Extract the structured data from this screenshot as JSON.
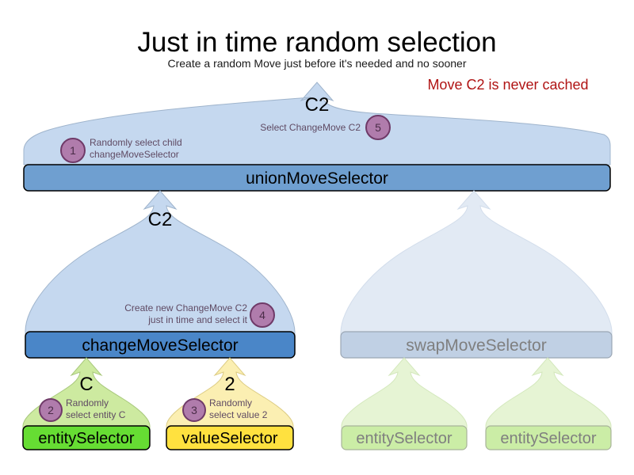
{
  "header": {
    "title": "Just in time random selection",
    "subtitle": "Create a random Move just before it's needed and no sooner",
    "note": "Move C2 is never cached"
  },
  "colors": {
    "balloon_blue_fill": "#c5d8ef",
    "balloon_blue_stroke": "#9fb4cc",
    "balloon_blue_faded_fill": "#e2eaf4",
    "balloon_green_fill": "#cdeaa0",
    "balloon_green_stroke": "#a9c97d",
    "balloon_green_faded_fill": "#e6f4d4",
    "balloon_yellow_fill": "#fbefb2",
    "balloon_yellow_stroke": "#ddcd85",
    "bar_blue_fill": "#6f9fd0",
    "bar_blue_faded_fill": "#c0d0e4",
    "bar_green_fill": "#66dd33",
    "bar_green_faded_fill": "#cbeda6",
    "bar_yellow_fill": "#ffe13f",
    "badge_fill": "#b07cac",
    "badge_stroke": "#6f3a68",
    "note_red": "#b01414",
    "faded_text": "#7f7f7f"
  },
  "nodes": {
    "union_move_selector": "unionMoveSelector",
    "change_move_selector": "changeMoveSelector",
    "swap_move_selector": "swapMoveSelector",
    "entity_selector_left": "entitySelector",
    "value_selector": "valueSelector",
    "entity_selector_swap_1": "entitySelector",
    "entity_selector_swap_2": "entitySelector"
  },
  "balloon_labels": {
    "union_out": "C2",
    "change_out": "C2",
    "entity_out": "C",
    "value_out": "2"
  },
  "steps": [
    {
      "number": "1",
      "line1": "Randomly select child",
      "line2": "changeMoveSelector"
    },
    {
      "number": "5",
      "line1": "Select ChangeMove C2",
      "line2": ""
    },
    {
      "number": "4",
      "line1": "Create new ChangeMove C2",
      "line2": "just in time and select it"
    },
    {
      "number": "2",
      "line1": "Randomly",
      "line2": "select entity C"
    },
    {
      "number": "3",
      "line1": "Randomly",
      "line2": "select value 2"
    }
  ]
}
